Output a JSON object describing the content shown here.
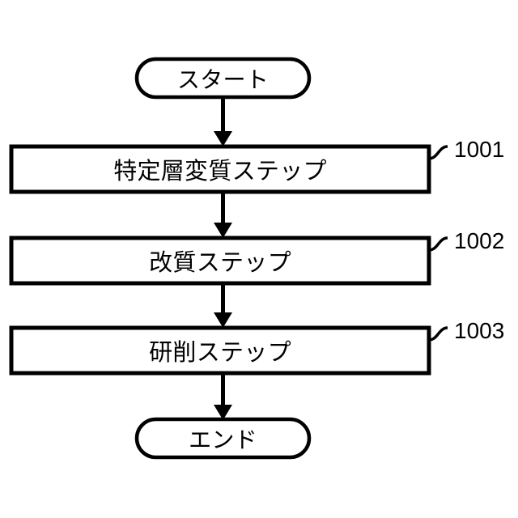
{
  "diagram": {
    "type": "flowchart",
    "orientation": "top-to-bottom",
    "background_color": "#ffffff",
    "stroke_color": "#000000",
    "fill_color": "#ffffff",
    "nodes": [
      {
        "id": "start",
        "shape": "stadium",
        "label": "スタート",
        "reference": ""
      },
      {
        "id": "step-1001",
        "shape": "rectangle",
        "label": "特定層変質ステップ",
        "reference": "1001"
      },
      {
        "id": "step-1002",
        "shape": "rectangle",
        "label": "改質ステップ",
        "reference": "1002"
      },
      {
        "id": "step-1003",
        "shape": "rectangle",
        "label": "研削ステップ",
        "reference": "1003"
      },
      {
        "id": "end",
        "shape": "stadium",
        "label": "エンド",
        "reference": ""
      }
    ],
    "edges": [
      {
        "from": "start",
        "to": "step-1001",
        "arrow": "filled-triangle"
      },
      {
        "from": "step-1001",
        "to": "step-1002",
        "arrow": "filled-triangle"
      },
      {
        "from": "step-1002",
        "to": "step-1003",
        "arrow": "filled-triangle"
      },
      {
        "from": "step-1003",
        "to": "end",
        "arrow": "filled-triangle"
      }
    ]
  }
}
